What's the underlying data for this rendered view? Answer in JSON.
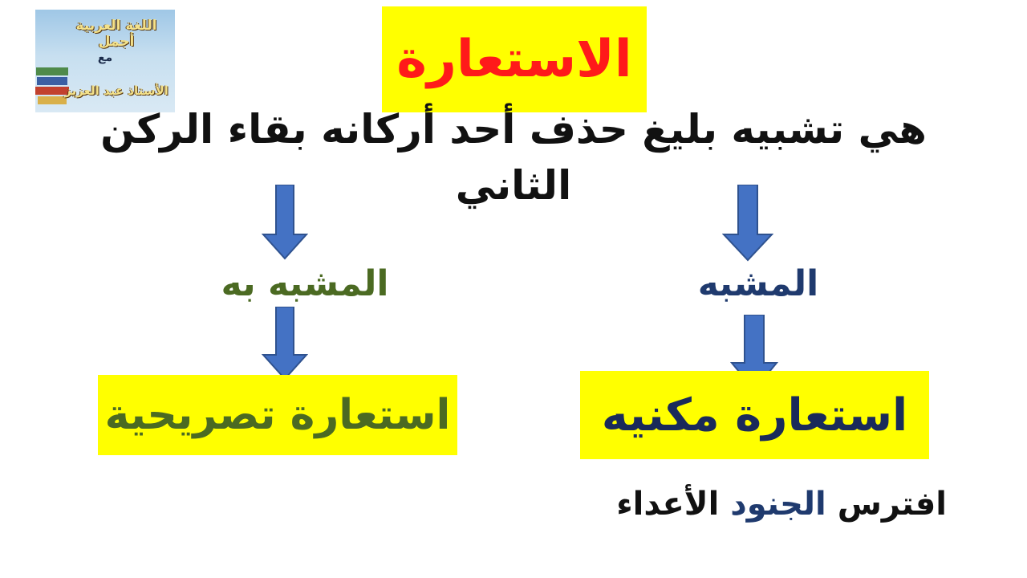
{
  "logo": {
    "line1": "اللغة العربية أجمل",
    "line2": "مع",
    "line3": "الأستاذ عبد العزيز"
  },
  "title": "الاستعارة",
  "definition": "هي تشبيه بليغ حذف أحد أركانه بقاء الركن الثاني",
  "branches": {
    "right_label": "المشبه",
    "left_label": "المشبه به",
    "right_result": "استعارة مكنيه",
    "left_result": "استعارة تصريحية"
  },
  "example": {
    "word1": "افترس",
    "word2": "الجنود",
    "word3": "الأعداء"
  },
  "colors": {
    "highlight": "#ffff00",
    "title_red": "#ff1a1a",
    "navy": "#1f3a6e",
    "olive": "#4b6a22",
    "arrow_blue": "#4472c4"
  }
}
